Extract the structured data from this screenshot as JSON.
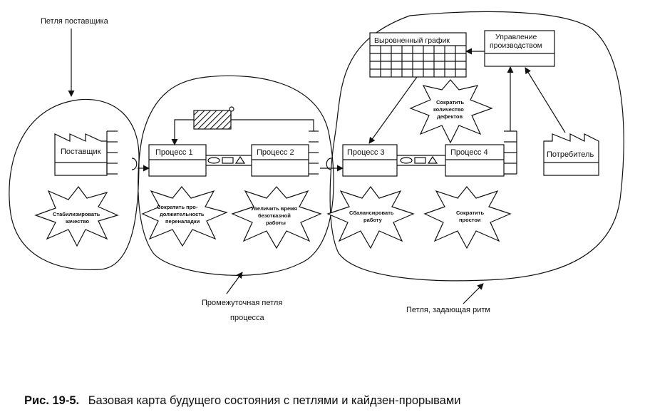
{
  "loops": {
    "supplier": "Петля поставщика",
    "intermediate_line1": "Промежуточная петля",
    "intermediate_line2": "процесса",
    "pacemaker": "Петля, задающая ритм"
  },
  "entities": {
    "supplier": "Поставщик",
    "customer": "Потребитель",
    "schedule": "Выровненный график",
    "control_line1": "Управление",
    "control_line2": "производством"
  },
  "processes": [
    "Процесс 1",
    "Процесс 2",
    "Процесс 3",
    "Процесс 4"
  ],
  "kaizen": {
    "quality": [
      "Стабилизировать",
      "качество"
    ],
    "setup": [
      "Сократить про-",
      "должительность",
      "переналадки"
    ],
    "uptime": [
      "Увеличить время",
      "безотказной",
      "работы"
    ],
    "balance": [
      "Сбалансировать",
      "работу"
    ],
    "downtime": [
      "Сократить",
      "простои"
    ],
    "defects": [
      "Сократить",
      "количество",
      "дефектов"
    ]
  },
  "caption": {
    "label": "Рис. 19-5.",
    "text": "Базовая карта будущего состояния с петлями и кайдзен-прорывами"
  }
}
